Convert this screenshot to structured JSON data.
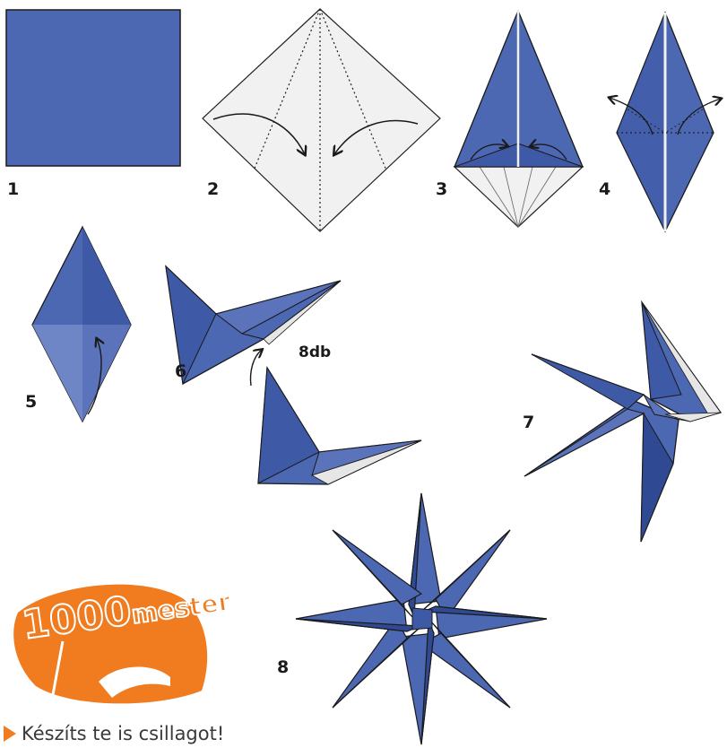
{
  "colors": {
    "paper_blue": "#4d68b3",
    "paper_blue_dark": "#2f4a93",
    "paper_blue_light": "#6f86c6",
    "paper_white": "#f1f1f1",
    "logo_orange": "#f07c1f",
    "text": "#1a1a1a"
  },
  "steps": [
    {
      "number": "1"
    },
    {
      "number": "2"
    },
    {
      "number": "3"
    },
    {
      "number": "4"
    },
    {
      "number": "5"
    },
    {
      "number": "6",
      "count_label": "8db"
    },
    {
      "number": "7"
    },
    {
      "number": "8"
    }
  ],
  "logo": {
    "text": "1000mester"
  },
  "caption": {
    "text": "Készíts te is csillagot!"
  }
}
